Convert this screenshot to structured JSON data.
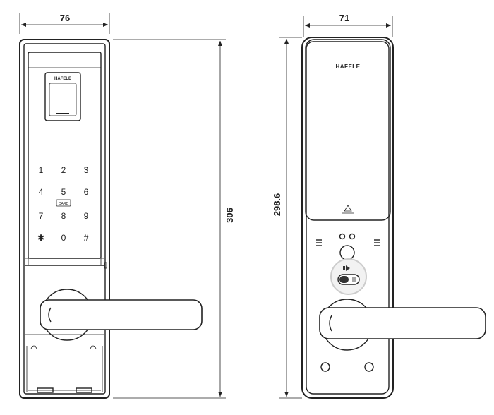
{
  "dimensions": {
    "front_width": "76",
    "back_width": "71",
    "front_height": "306",
    "back_height": "298.6"
  },
  "brand": {
    "front_logo": "HÄFELE",
    "back_logo": "HÄFELE"
  },
  "keypad": {
    "keys": [
      "1",
      "2",
      "3",
      "4",
      "5",
      "6",
      "7",
      "8",
      "9",
      "✱",
      "0",
      "#"
    ],
    "card_label": "CARD"
  }
}
